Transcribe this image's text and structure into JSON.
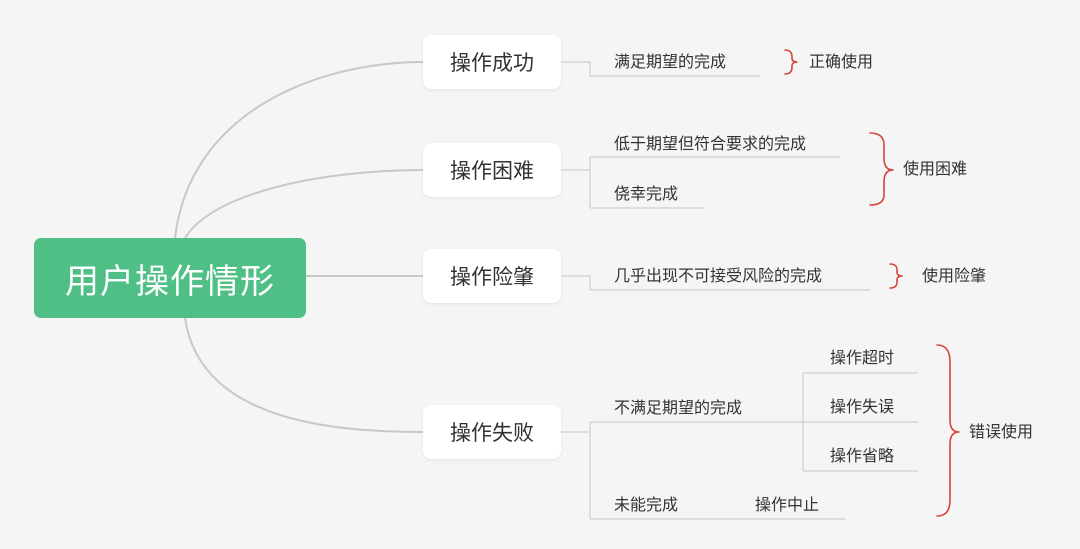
{
  "root": {
    "label": "用户操作情形"
  },
  "branches": [
    {
      "label": "操作成功"
    },
    {
      "label": "操作困难"
    },
    {
      "label": "操作险肇"
    },
    {
      "label": "操作失败"
    }
  ],
  "leaves": {
    "success": [
      "满足期望的完成"
    ],
    "difficult": [
      "低于期望但符合要求的完成",
      "侥幸完成"
    ],
    "near_miss": [
      "几乎出现不可接受风险的完成"
    ],
    "failure": [
      "不满足期望的完成",
      "未能完成"
    ],
    "failure_sub": [
      "操作超时",
      "操作失误",
      "操作省略"
    ],
    "failure_abort": "操作中止"
  },
  "results": {
    "success": "正确使用",
    "difficult": "使用困难",
    "near_miss": "使用险肇",
    "failure": "错误使用"
  },
  "colors": {
    "root_fill": "#4fbf85",
    "brace": "#d5463c",
    "connector": "#c8c8c8",
    "background": "#f5f5f5"
  }
}
